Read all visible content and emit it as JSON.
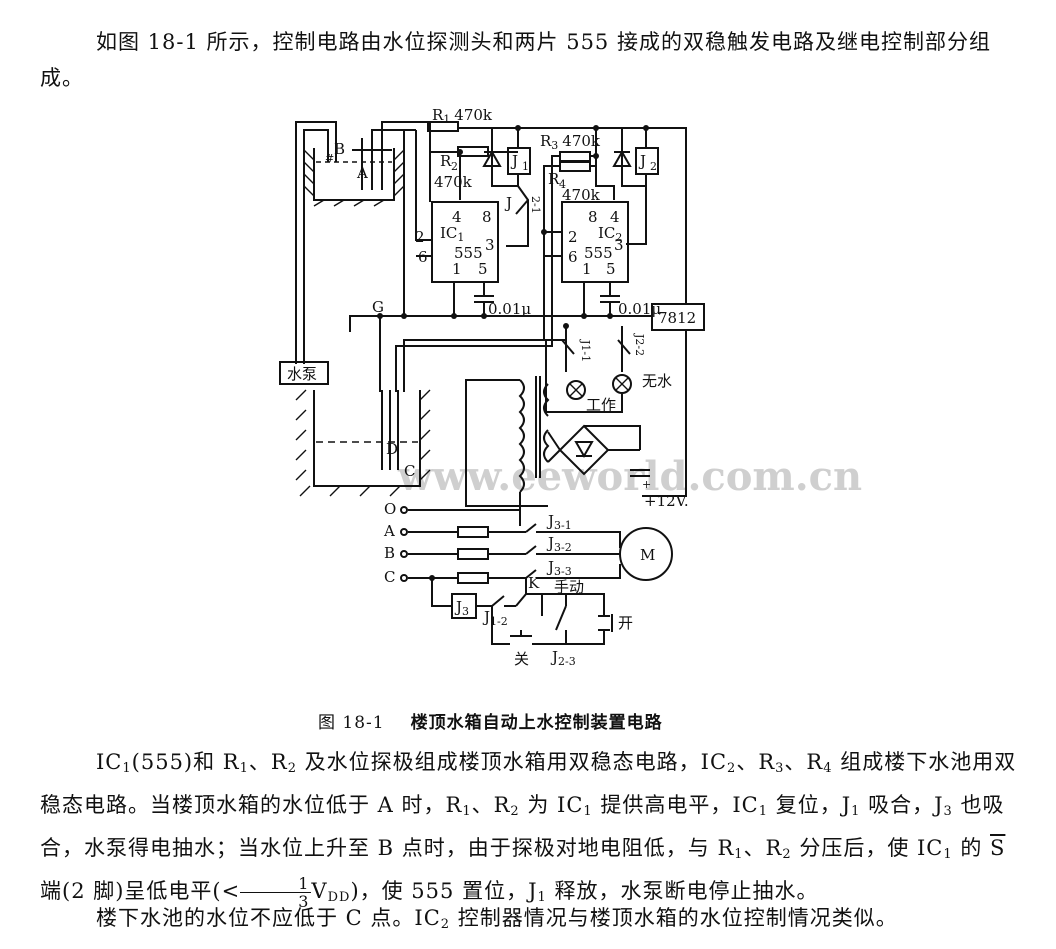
{
  "paragraph1": "如图 18-1 所示，控制电路由水位探测头和两片 555 接成的双稳触发电路及继电控制部分组成。",
  "figure": {
    "caption_number": "图 18-1",
    "caption_title": "楼顶水箱自动上水控制装置电路",
    "watermark": "www.eeworld.com.cn",
    "labels": {
      "r1": "R",
      "r1_sub": "1",
      "r1_val": "470k",
      "r2": "R",
      "r2_sub": "2",
      "r2_val": "470k",
      "r3": "R",
      "r3_sub": "3",
      "r3_val": "470k",
      "r4": "R",
      "r4_sub": "4",
      "r4_val": "470k",
      "ic1": "IC",
      "ic1_sub": "1",
      "ic2": "IC",
      "ic2_sub": "2",
      "chip": "555",
      "pin2": "2",
      "pin3": "3",
      "pin4": "4",
      "pin5": "5",
      "pin6": "6",
      "pin8": "8",
      "pin1": "1",
      "cap1": "0.01μ",
      "cap2": "0.01μ",
      "reg": "7812",
      "j1": "J",
      "j1_sub": "1",
      "j2": "J",
      "j2_sub": "2",
      "j3": "J",
      "j3_sub": "3",
      "j21": "J",
      "j21_sub": "2-1",
      "j11": "J",
      "j11_sub": "1-1",
      "j22": "J",
      "j22_sub": "2-2",
      "j31": "J",
      "j31_sub": "3-1",
      "j32": "J",
      "j32_sub": "3-2",
      "j33": "J",
      "j33_sub": "3-3",
      "j12": "J",
      "j12_sub": "1-2",
      "j23": "J",
      "j23_sub": "2-3",
      "a": "A",
      "b": "B",
      "c": "C",
      "d": "D",
      "g": "G",
      "k": "K",
      "pump": "水泵",
      "work": "工作",
      "nowater": "无水",
      "plus12": "+12V.",
      "line_o": "O",
      "line_a": "A",
      "line_b": "B",
      "line_c": "C",
      "motor": "M",
      "manual": "手动",
      "open": "开",
      "close": "关"
    }
  },
  "paragraph2": {
    "ic1": "IC",
    "ic1_sub": "1",
    "t1": "(555)和 R",
    "r1sub": "1",
    "t2": "、R",
    "r2sub": "2",
    "t3": " 及水位探极组成楼顶水箱用双稳态电路，IC",
    "ic2sub": "2",
    "t4": "、R",
    "r3sub": "3",
    "t5": "、R",
    "r4sub": "4",
    "t6": " 组成楼下水池用双稳态电路。当楼顶水箱的水位低于 A 时，R",
    "r1sub_b": "1",
    "t7": "、R",
    "r2sub_b": "2",
    "t8": " 为 IC",
    "ic1sub_b": "1",
    "t9": " 提供高电平，IC",
    "ic1sub_c": "1",
    "t10": " 复位，J",
    "j1sub": "1",
    "t11": " 吸合，J",
    "j3sub": "3",
    "t12": " 也吸合，水泵得电抽水；当水位上升至 B 点时，由于探极对地电阻低，与 R",
    "r1sub_c": "1",
    "t13": "、R",
    "r2sub_c": "2",
    "t14": " 分压后，使 IC",
    "ic1sub_d": "1",
    "t15": " 的 ",
    "s_bar": "S",
    "t16": " 端(2 脚)呈低电平(<",
    "frac_num": "1",
    "frac_den": "3",
    "vdd": "V",
    "vdd_sub": "DD",
    "t17": ")，使 555 置位，J",
    "j1sub_b": "1",
    "t18": " 释放，水泵断电停止抽水。"
  },
  "paragraph3": {
    "t1": "楼下水池的水位不应低于 C 点。IC",
    "ic2sub": "2",
    "t2": " 控制器情况与楼顶水箱的水位控制情况类似。"
  }
}
